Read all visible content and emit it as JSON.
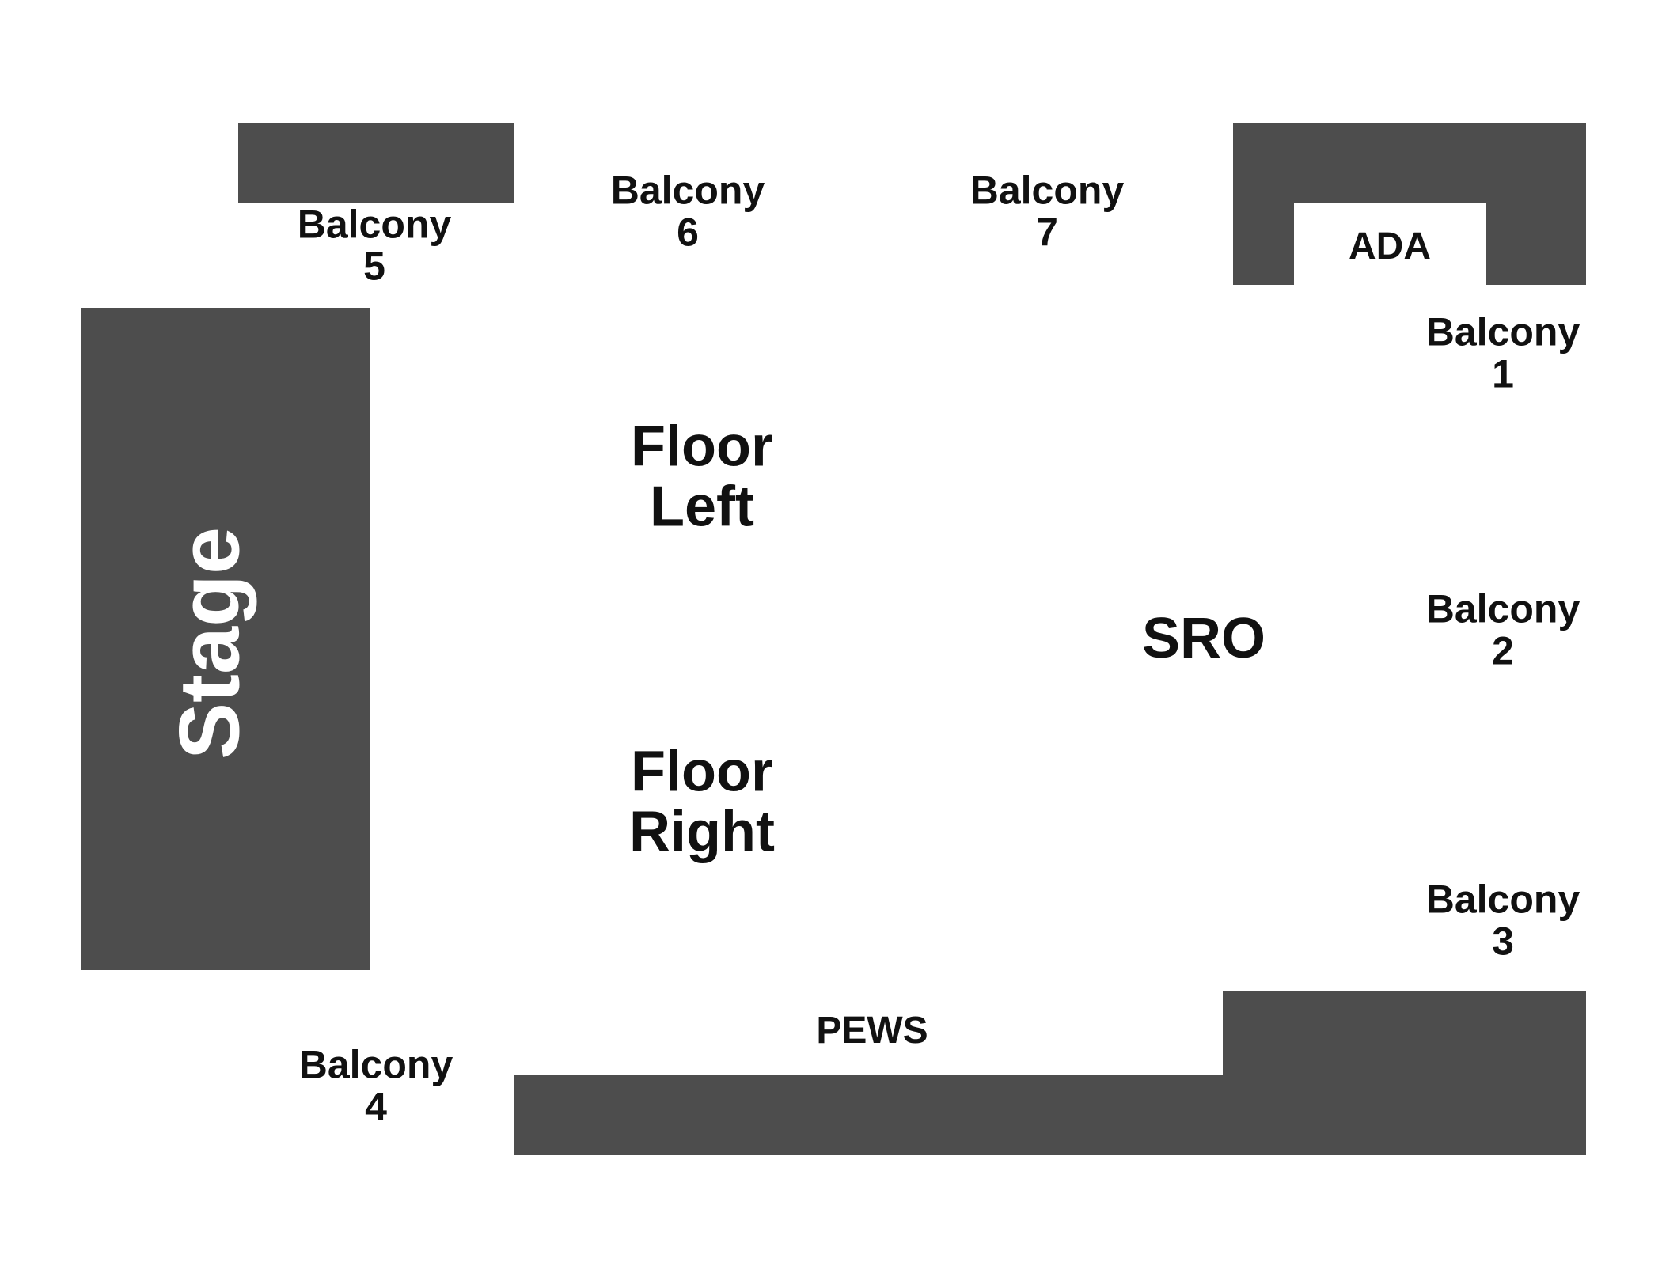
{
  "map": {
    "stage": "Stage",
    "ada": "ADA",
    "pews": "PEWS",
    "sro": "SRO",
    "floor_left": [
      "Floor",
      "Left"
    ],
    "floor_right": [
      "Floor",
      "Right"
    ],
    "balcony_1": [
      "Balcony",
      "1"
    ],
    "balcony_2": [
      "Balcony",
      "2"
    ],
    "balcony_3": [
      "Balcony",
      "3"
    ],
    "balcony_4": [
      "Balcony",
      "4"
    ],
    "balcony_5": [
      "Balcony",
      "5"
    ],
    "balcony_6": [
      "Balcony",
      "6"
    ],
    "balcony_7": [
      "Balcony",
      "7"
    ]
  },
  "colors": {
    "block": "#4d4d4d",
    "background": "#ffffff",
    "text": "#111111",
    "stage_text": "#ffffff"
  }
}
